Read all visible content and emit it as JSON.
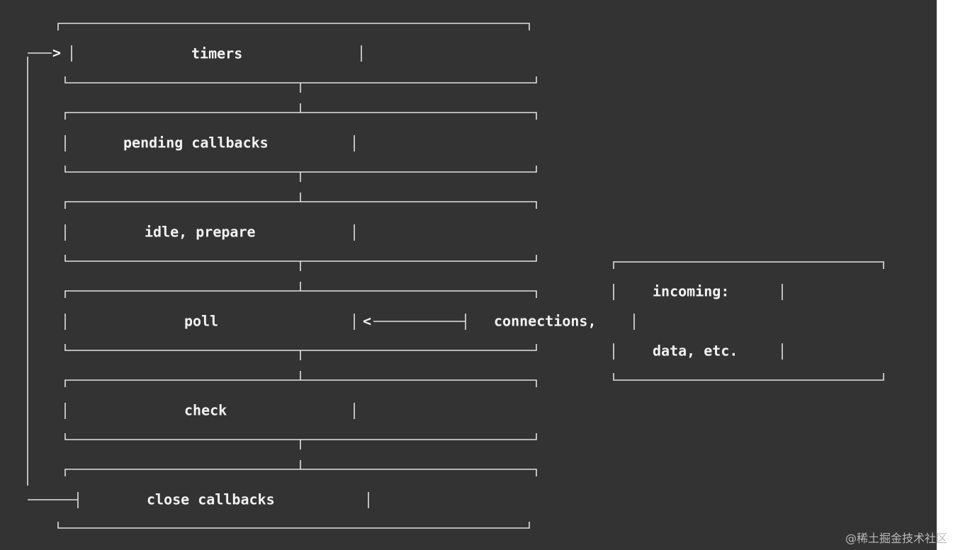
{
  "diagram": {
    "phases": [
      {
        "key": "timers",
        "label": "timers"
      },
      {
        "key": "pending",
        "label": "pending callbacks"
      },
      {
        "key": "idle",
        "label": "idle, prepare"
      },
      {
        "key": "poll",
        "label": "poll"
      },
      {
        "key": "check",
        "label": "check"
      },
      {
        "key": "close",
        "label": "close callbacks"
      }
    ],
    "incoming": {
      "line1": "incoming:",
      "line2": "connections,",
      "line3": "data, etc."
    },
    "arrows": {
      "loop_arrow_head": ">",
      "poll_arrow_head": "<"
    }
  },
  "watermark": "@稀土掘金技术社区",
  "colors": {
    "background": "#333333",
    "line": "#e2e2e2",
    "text": "#f2f2f2",
    "page": "#ffffff",
    "watermark": "#b9b9b9"
  }
}
